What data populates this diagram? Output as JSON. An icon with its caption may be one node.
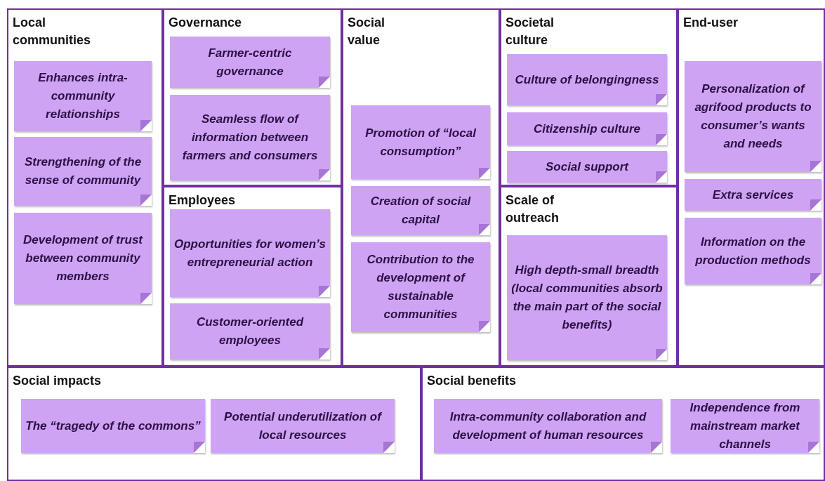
{
  "diagram": {
    "nodes": [
      {
        "text": [
          "Local communities"
        ]
      },
      {
        "text": [
          "Enhances intra-community relationships"
        ],
        "in": 0
      },
      {
        "text": [
          "Strengthening of the sense of community"
        ],
        "in": 0
      },
      {
        "text": [
          "Development of trust between community members"
        ],
        "in": 0
      },
      {
        "text": [
          "Governance"
        ]
      },
      {
        "text": [
          "Farmer-centric governance"
        ],
        "in": 4
      },
      {
        "text": [
          "Seamless flow of information between farmers and consumers"
        ],
        "in": 4
      },
      {
        "text": [
          "Employees"
        ]
      },
      {
        "text": [
          "Opportunities for women’s entrepreneurial action"
        ],
        "in": 7
      },
      {
        "text": [
          "Customer-oriented employees"
        ],
        "in": 7
      },
      {
        "text": [
          "Social value"
        ]
      },
      {
        "text": [
          "Promotion of “local consumption”"
        ],
        "in": 10
      },
      {
        "text": [
          "Creation of social capital"
        ],
        "in": 10
      },
      {
        "text": [
          "Contribution to the development of sustainable communities"
        ],
        "in": 10
      },
      {
        "text": [
          "Societal culture"
        ]
      },
      {
        "text": [
          "Culture of belongingness"
        ],
        "in": 14
      },
      {
        "text": [
          "Citizenship culture"
        ],
        "in": 14
      },
      {
        "text": [
          "Social support"
        ],
        "in": 14
      },
      {
        "text": [
          "Scale of outreach"
        ]
      },
      {
        "text": [
          "High depth-small breadth (local communities absorb the main part of the social benefits)"
        ],
        "in": 18
      },
      {
        "text": [
          "End-user"
        ]
      },
      {
        "text": [
          "Personalization of agrifood products to consumer’s wants and needs"
        ],
        "in": 20
      },
      {
        "text": [
          "Extra services"
        ],
        "in": 20
      },
      {
        "text": [
          "Information on the production methods"
        ],
        "in": 20
      },
      {
        "text": [
          "Social impacts"
        ]
      },
      {
        "text": [
          "The “tragedy of the commons”"
        ],
        "in": 24
      },
      {
        "text": [
          "Potential underutilization of local resources"
        ],
        "in": 24
      },
      {
        "text": [
          "Social benefits"
        ]
      },
      {
        "text": [
          "Intra-community collaboration and development of human resources"
        ],
        "in": 27
      },
      {
        "text": [
          "Independence from mainstream market channels"
        ],
        "in": 27
      }
    ]
  }
}
